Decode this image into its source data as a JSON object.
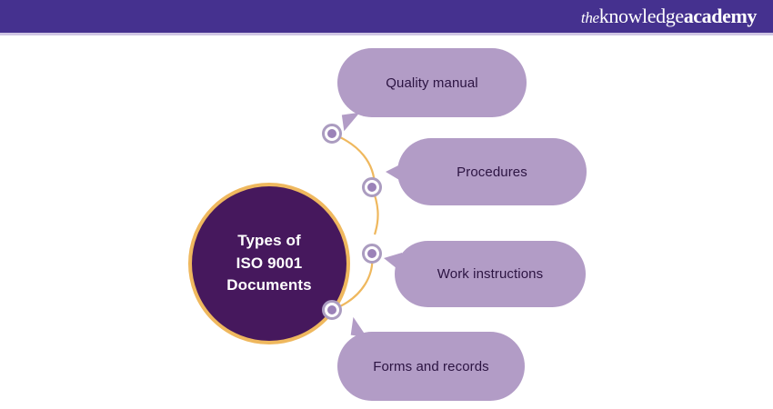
{
  "header": {
    "background_color": "#45318f",
    "underline_color": "#cfc6e4",
    "logo": {
      "name": "the-knowledge-academy-logo",
      "part_the": "the",
      "part_knowledge": "knowledge",
      "part_academy": "academy"
    }
  },
  "diagram": {
    "type": "hub-and-spoke",
    "hub": {
      "title_line_1": "Types of",
      "title_line_2": "ISO 9001",
      "title_line_3": "Documents",
      "fill_color": "#46185d",
      "ring_color": "#efb85e",
      "text_color": "#ffffff"
    },
    "bubble_color": "#b29cc6",
    "bubble_text_color": "#2c1442",
    "connector_line_color": "#efb85e",
    "connector_dot_ring_color": "#ab9cc0",
    "connector_dot_core_color": "#9b82b8",
    "nodes": [
      {
        "label": "Quality manual"
      },
      {
        "label": "Procedures"
      },
      {
        "label": "Work instructions"
      },
      {
        "label": "Forms and records"
      }
    ]
  }
}
